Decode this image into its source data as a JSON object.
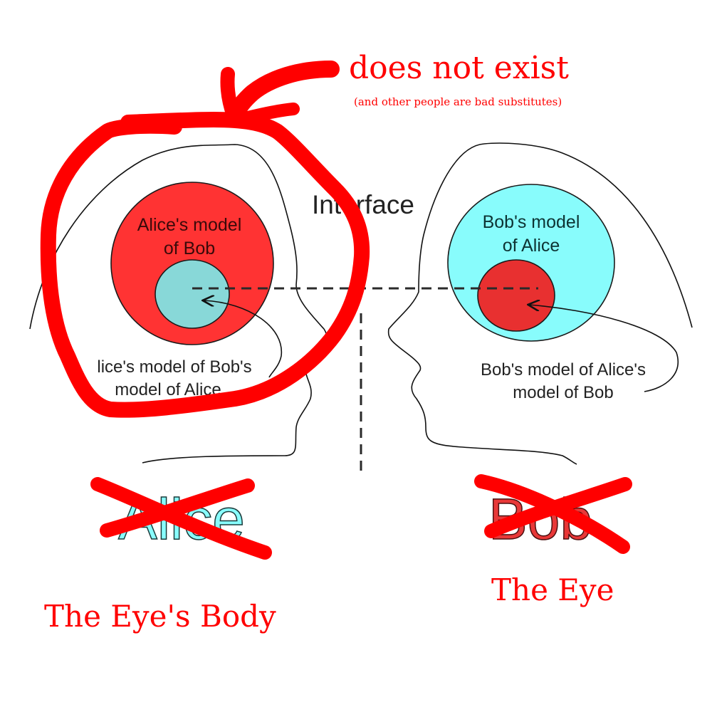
{
  "colors": {
    "annotation_red": "#ff0000",
    "alice_model_fill": "#ff3333",
    "alice_inner_fill": "#88d8d8",
    "bob_model_fill": "#88fcfc",
    "bob_inner_fill": "#e83030",
    "label_text": "#222222",
    "inner_label_text": "#3a0a0a",
    "bob_label_text": "#0d3333"
  },
  "annotations": {
    "does_not_exist": "does not exist",
    "subtitle": "(and other people are bad substitutes)",
    "the_eyes_body": "The Eye's Body",
    "the_eye": "The Eye"
  },
  "diagram": {
    "interface_label": "Interface",
    "alice_head": {
      "name": "Alice",
      "model_label_line1": "Alice's model",
      "model_label_line2": "of Bob",
      "meta_label_line1": "lice's model of Bob's",
      "meta_label_line2": "model of Alice",
      "crossed_out": true
    },
    "bob_head": {
      "name": "Bob",
      "model_label_line1": "Bob's model",
      "model_label_line2": "of Alice",
      "meta_label_line1": "Bob's model of Alice's",
      "meta_label_line2": "model of Bob",
      "crossed_out": true
    }
  }
}
